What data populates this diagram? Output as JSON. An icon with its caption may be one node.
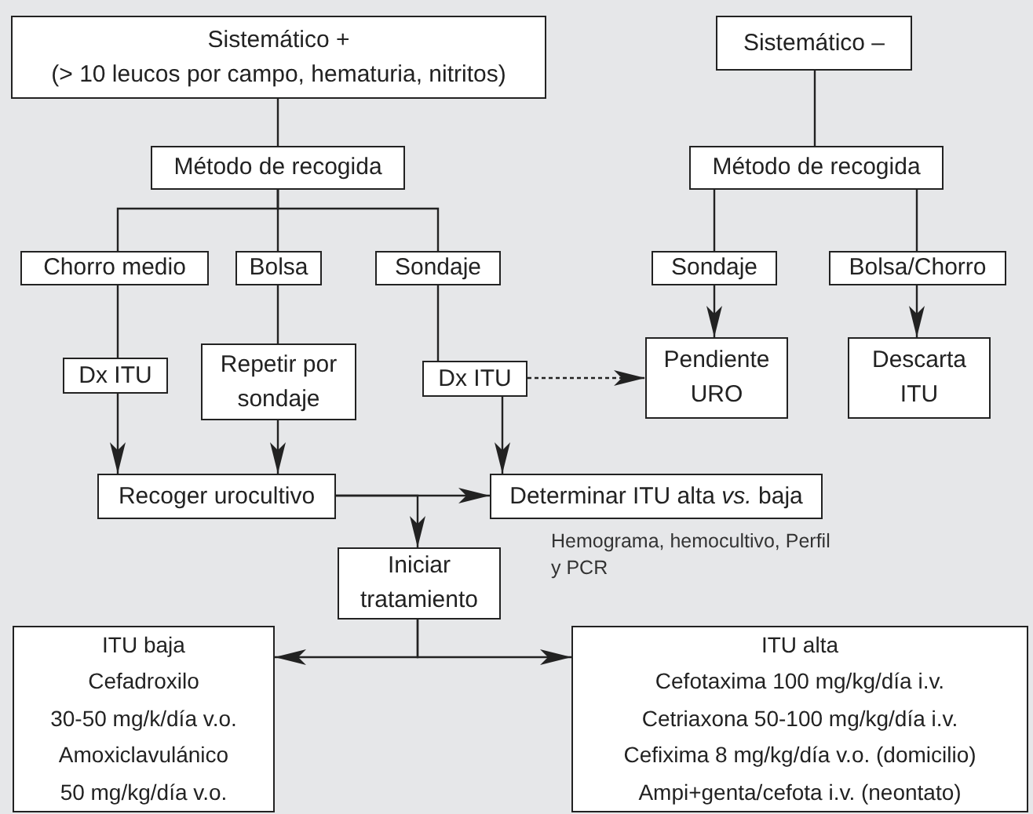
{
  "diagram": {
    "nodes": [
      {
        "text": [
          "Sistemático +",
          "(> 10 leucos por campo, hematuria, nitritos)"
        ]
      },
      {
        "text": [
          "Sistemático –"
        ]
      },
      {
        "text": [
          "Método de recogida"
        ]
      },
      {
        "text": [
          "Método de recogida"
        ]
      },
      {
        "text": [
          "Chorro medio"
        ]
      },
      {
        "text": [
          "Bolsa"
        ]
      },
      {
        "text": [
          "Sondaje"
        ]
      },
      {
        "text": [
          "Sondaje"
        ]
      },
      {
        "text": [
          "Bolsa/Chorro"
        ]
      },
      {
        "text": [
          "Dx ITU"
        ]
      },
      {
        "text": [
          "Repetir por sondaje"
        ]
      },
      {
        "text": [
          "Dx ITU"
        ]
      },
      {
        "text": [
          "Pendiente URO"
        ]
      },
      {
        "text": [
          "Descarta ITU"
        ]
      },
      {
        "text": [
          "Recoger urocultivo"
        ]
      },
      {
        "text": [
          "Determinar ITU alta *vs.* baja"
        ],
        "beside": [
          "Hemograma, hemocultivo, Perfil y PCR"
        ]
      },
      {
        "text": [
          "Iniciar tratamiento"
        ]
      },
      {
        "text": [
          "ITU baja",
          "Cefadroxilo",
          "30-50 mg/k/día v.o.",
          "Amoxiclavulánico",
          "50 mg/kg/día v.o."
        ]
      },
      {
        "text": [
          "ITU alta",
          "Cefotaxima 100 mg/kg/día i.v.",
          "Cetriaxona 50-100 mg/kg/día i.v.",
          "Cefixima 8 mg/kg/día v.o. (domicilio)",
          "Ampi+genta/cefota i.v. (neontato)"
        ]
      }
    ],
    "edges": [
      {
        "from": 0,
        "to": 2,
        "arrow": "none"
      },
      {
        "from": 1,
        "to": 3,
        "arrow": "none"
      },
      {
        "from": 2,
        "to": 4,
        "arrow": "none"
      },
      {
        "from": 2,
        "to": 5,
        "arrow": "none"
      },
      {
        "from": 2,
        "to": 6,
        "arrow": "none"
      },
      {
        "from": 3,
        "to": 7,
        "arrow": "none"
      },
      {
        "from": 3,
        "to": 8,
        "arrow": "none"
      },
      {
        "from": 4,
        "to": 9,
        "arrow": "none"
      },
      {
        "from": 5,
        "to": 10,
        "arrow": "none"
      },
      {
        "from": 6,
        "to": 11,
        "arrow": "none"
      },
      {
        "from": 7,
        "to": 12,
        "arrow": "to"
      },
      {
        "from": 8,
        "to": 13,
        "arrow": "to"
      },
      {
        "from": 9,
        "to": 14,
        "arrow": "to"
      },
      {
        "from": 10,
        "to": 14,
        "arrow": "to"
      },
      {
        "from": 11,
        "to": 15,
        "arrow": "to"
      },
      {
        "from": 11,
        "to": 12,
        "arrow": "to",
        "style": "dashed"
      },
      {
        "from": 14,
        "to": 15,
        "arrow": "to"
      },
      {
        "from": 14,
        "to": 16,
        "arrow": "to"
      },
      {
        "from": 16,
        "to": 17,
        "arrow": "to"
      },
      {
        "from": 16,
        "to": 18,
        "arrow": "to"
      }
    ]
  }
}
